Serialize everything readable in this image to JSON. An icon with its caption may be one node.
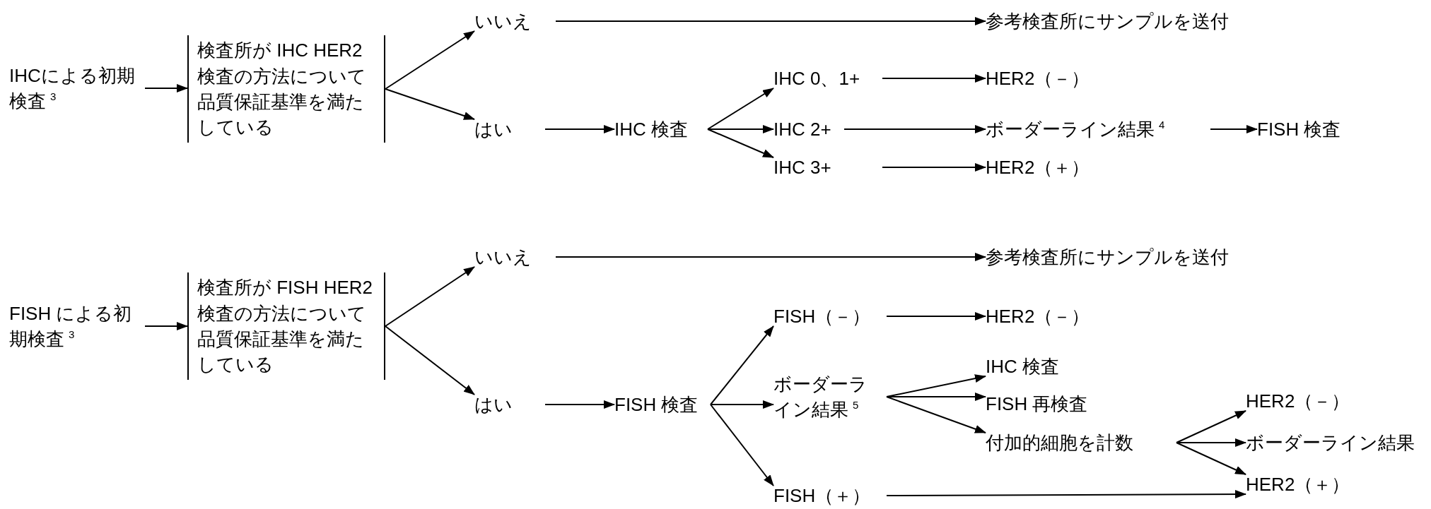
{
  "diagram": {
    "nodes": [
      {
        "text": [
          "IHCによる初期検査$^{3}$"
        ]
      },
      {
        "text": [
          "検査所が IHC HER2 検査の方法について品質保証基準を満たしている"
        ]
      },
      {
        "text": [
          "いいえ"
        ]
      },
      {
        "text": [
          "はい"
        ]
      },
      {
        "text": [
          "参考検査所にサンプルを送付"
        ]
      },
      {
        "text": [
          "IHC 検査"
        ]
      },
      {
        "text": [
          "IHC 0、1+"
        ]
      },
      {
        "text": [
          "IHC 2+"
        ]
      },
      {
        "text": [
          "IHC 3+"
        ]
      },
      {
        "text": [
          "HER2（－）"
        ]
      },
      {
        "text": [
          "ボーダーライン結果$^{4}$"
        ]
      },
      {
        "text": [
          "HER2（＋）"
        ]
      },
      {
        "text": [
          "FISH 検査"
        ]
      },
      {
        "text": [
          "FISH による初期検査$^{3}$"
        ]
      },
      {
        "text": [
          "検査所が FISH HER2 検査の方法について品質保証基準を満たしている"
        ]
      },
      {
        "text": [
          "いいえ"
        ]
      },
      {
        "text": [
          "はい"
        ]
      },
      {
        "text": [
          "参考検査所にサンプルを送付"
        ]
      },
      {
        "text": [
          "FISH 検査"
        ]
      },
      {
        "text": [
          "FISH（－）"
        ]
      },
      {
        "text": [
          "ボーダーライン結果$^{5}$"
        ]
      },
      {
        "text": [
          "FISH（＋）"
        ]
      },
      {
        "text": [
          "HER2（－）"
        ]
      },
      {
        "text": [
          "IHC 検査"
        ]
      },
      {
        "text": [
          "FISH 再検査"
        ]
      },
      {
        "text": [
          "付加的細胞を計数"
        ]
      },
      {
        "text": [
          "HER2（－）"
        ]
      },
      {
        "text": [
          "ボーダーライン結果"
        ]
      },
      {
        "text": [
          "HER2（＋）"
        ]
      }
    ],
    "edges": [
      {
        "from": 0,
        "to": 1,
        "arrow": "to"
      },
      {
        "from": 1,
        "to": 2,
        "arrow": "to"
      },
      {
        "from": 1,
        "to": 3,
        "arrow": "to"
      },
      {
        "from": 2,
        "to": 4,
        "arrow": "to"
      },
      {
        "from": 3,
        "to": 5,
        "arrow": "to"
      },
      {
        "from": 5,
        "to": 6,
        "arrow": "to"
      },
      {
        "from": 5,
        "to": 7,
        "arrow": "to"
      },
      {
        "from": 5,
        "to": 8,
        "arrow": "to"
      },
      {
        "from": 6,
        "to": 9,
        "arrow": "to"
      },
      {
        "from": 7,
        "to": 10,
        "arrow": "to"
      },
      {
        "from": 8,
        "to": 11,
        "arrow": "to"
      },
      {
        "from": 10,
        "to": 12,
        "arrow": "to"
      },
      {
        "from": 13,
        "to": 14,
        "arrow": "to"
      },
      {
        "from": 14,
        "to": 15,
        "arrow": "to"
      },
      {
        "from": 14,
        "to": 16,
        "arrow": "to"
      },
      {
        "from": 15,
        "to": 17,
        "arrow": "to"
      },
      {
        "from": 16,
        "to": 18,
        "arrow": "to"
      },
      {
        "from": 18,
        "to": 19,
        "arrow": "to"
      },
      {
        "from": 18,
        "to": 20,
        "arrow": "to"
      },
      {
        "from": 18,
        "to": 21,
        "arrow": "to"
      },
      {
        "from": 19,
        "to": 22,
        "arrow": "to"
      },
      {
        "from": 20,
        "to": 23,
        "arrow": "to"
      },
      {
        "from": 20,
        "to": 24,
        "arrow": "to"
      },
      {
        "from": 20,
        "to": 25,
        "arrow": "to"
      },
      {
        "from": 25,
        "to": 26,
        "arrow": "to"
      },
      {
        "from": 25,
        "to": 27,
        "arrow": "to"
      },
      {
        "from": 25,
        "to": 28,
        "arrow": "to"
      },
      {
        "from": 21,
        "to": 28,
        "arrow": "to"
      }
    ]
  }
}
